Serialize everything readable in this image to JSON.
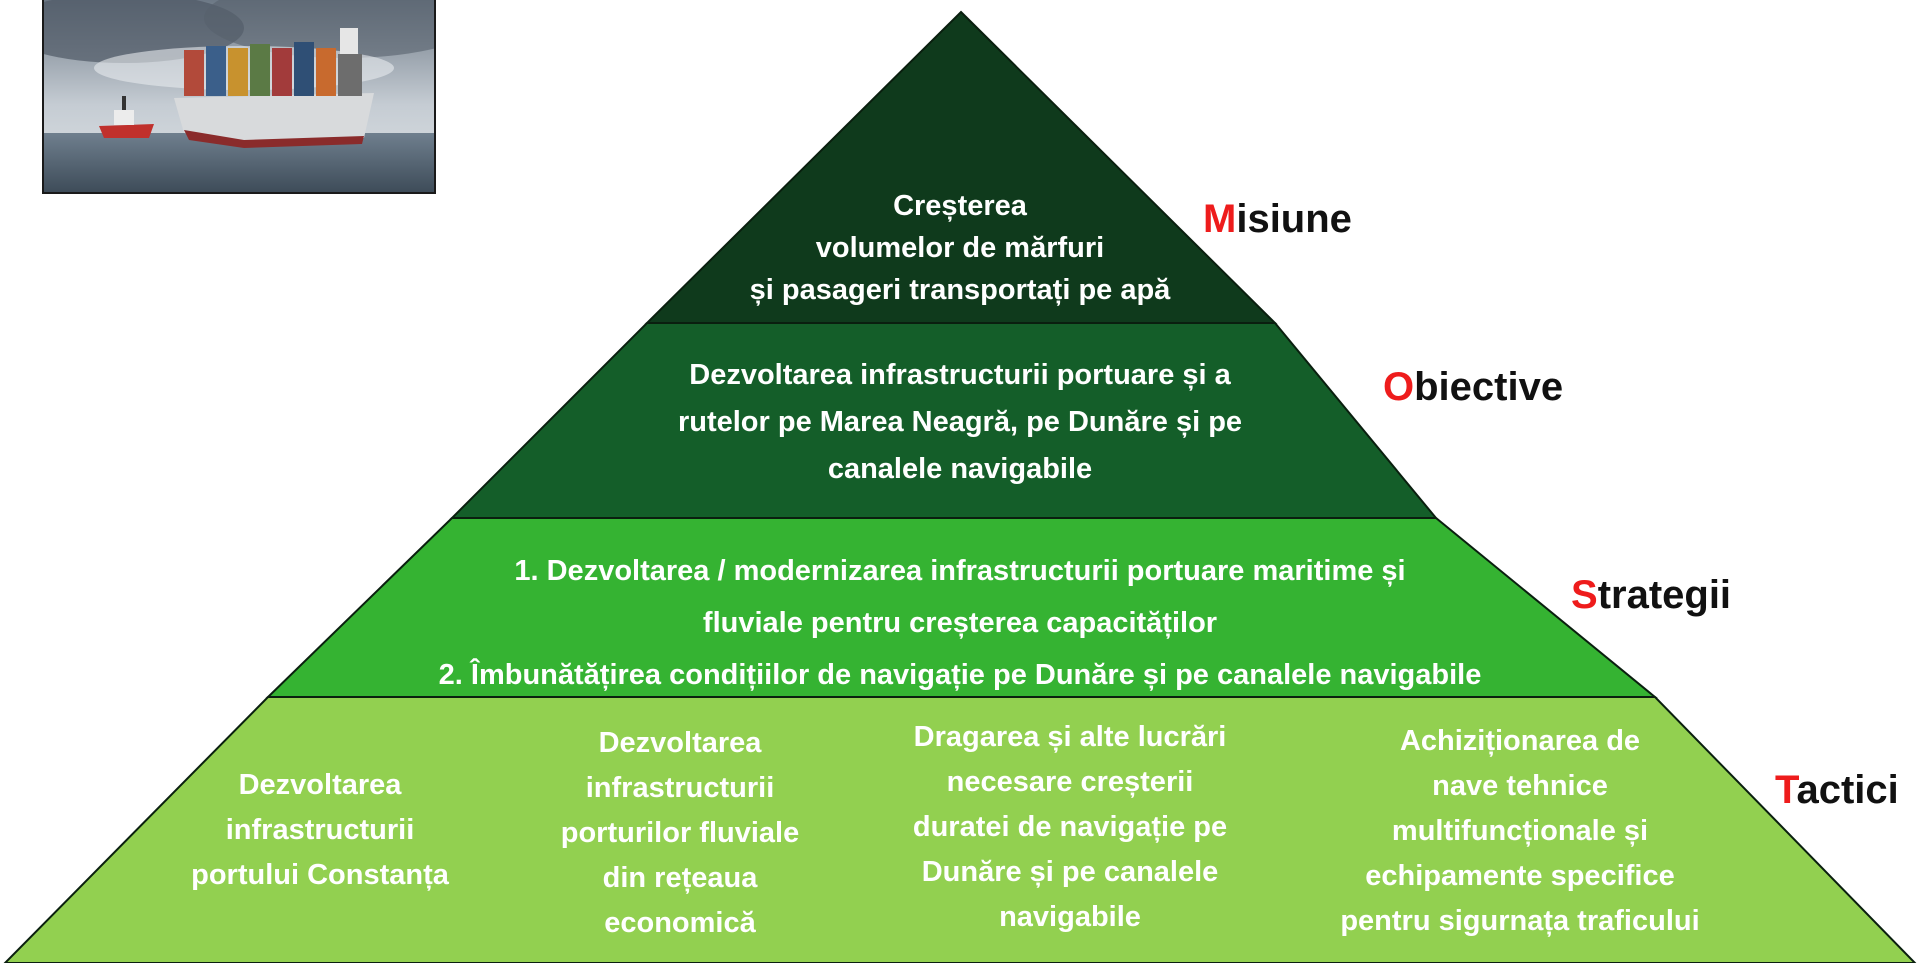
{
  "pyramid": {
    "colors": {
      "mission": "#0f3a1c",
      "objectives": "#145e29",
      "strategies": "#35b332",
      "tactics": "#92d050",
      "label_initial": "#ee1c1c",
      "label_text": "#111111"
    },
    "mission": {
      "lines": [
        "Creșterea",
        "volumelor de mărfuri",
        "și pasageri transportați pe apă"
      ]
    },
    "objectives": {
      "lines": [
        "Dezvoltarea infrastructurii portuare și a",
        "rutelor pe Marea Neagră, pe Dunăre și pe",
        "canalele navigabile"
      ]
    },
    "strategies": {
      "lines": [
        "1. Dezvoltarea / modernizarea infrastructurii portuare maritime și",
        "fluviale pentru creșterea capacităților",
        "2. Îmbunătățirea condițiilor de navigație pe Dunăre și pe canalele navigabile"
      ]
    },
    "tactics": [
      {
        "lines": [
          "Dezvoltarea",
          "infrastructurii",
          "portului Constanța"
        ]
      },
      {
        "lines": [
          "Dezvoltarea",
          "infrastructurii",
          "porturilor fluviale",
          "din rețeaua",
          "economică"
        ]
      },
      {
        "lines": [
          "Dragarea și alte lucrări",
          "necesare creșterii",
          "duratei de navigație pe",
          "Dunăre și pe canalele",
          "navigabile"
        ]
      },
      {
        "lines": [
          "Achiziționarea de",
          "nave tehnice",
          "multifuncționale și",
          "echipamente specifice",
          "pentru sigurnața traficului"
        ]
      }
    ]
  },
  "levels": {
    "mission": {
      "initial": "M",
      "rest": "isiune"
    },
    "objectives": {
      "initial": "O",
      "rest": "biective"
    },
    "strategies": {
      "initial": "S",
      "rest": "trategii"
    },
    "tactics": {
      "initial": "T",
      "rest": "actici"
    }
  }
}
